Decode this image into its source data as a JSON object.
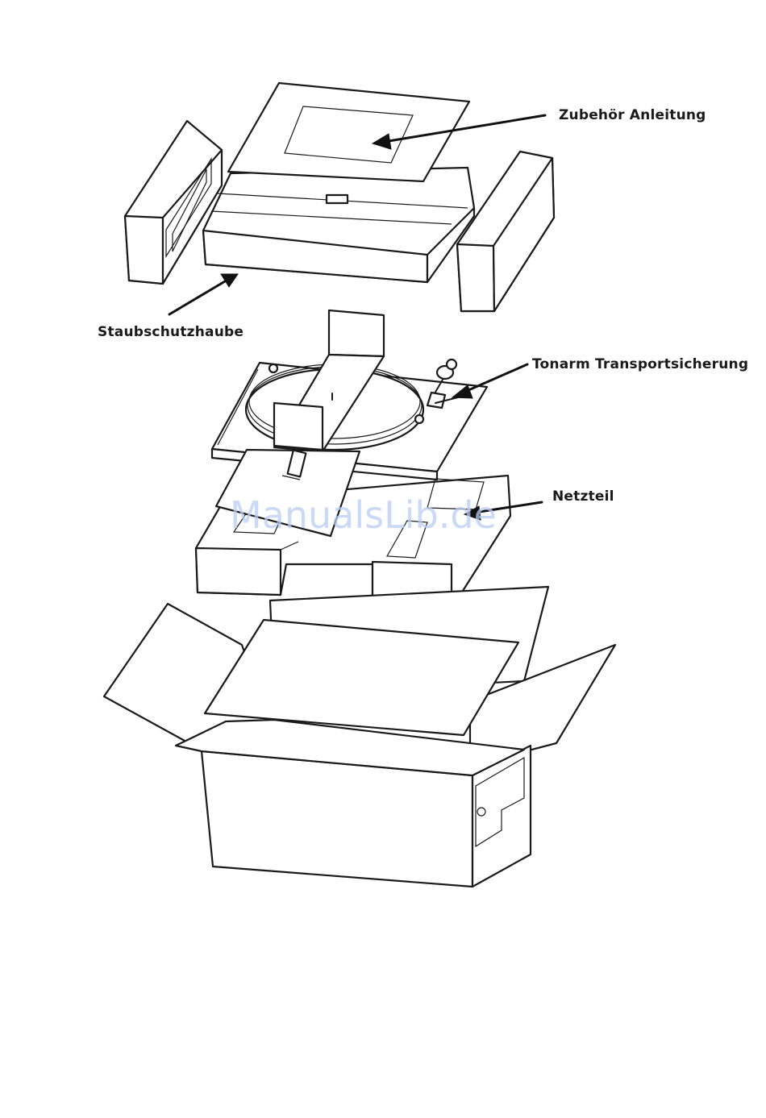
{
  "labels": {
    "zubehoer": "Zubehör Anleitung",
    "staubschutzhaube": "Staubschutzhaube",
    "tonarm": "Tonarm Transportsicherung",
    "netzteil": "Netzteil"
  },
  "watermark": "ManualsLib.de"
}
